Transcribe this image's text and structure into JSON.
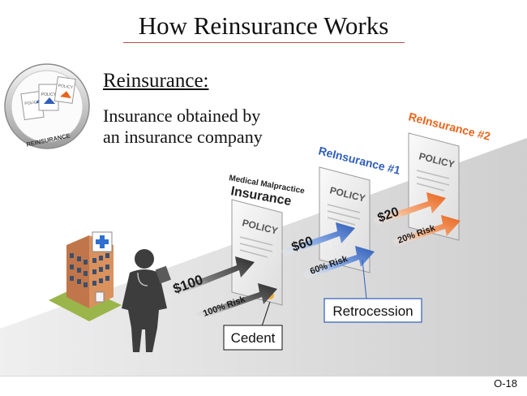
{
  "title": "How Reinsurance Works",
  "definition": {
    "heading": "Reinsurance:",
    "body": "Insurance obtained by an insurance company"
  },
  "badge_label": "REINSURANCE",
  "badge_policy_label": "POLICY",
  "steps": [
    {
      "header_small": "Medical Malpractice",
      "header": "Insurance",
      "policy_label": "POLICY",
      "amount": "$100",
      "risk": "100% Risk"
    },
    {
      "header": "ReInsurance #1",
      "policy_label": "POLICY",
      "amount": "$60",
      "risk": "60% Risk"
    },
    {
      "header": "ReInsurance #2",
      "policy_label": "POLICY",
      "amount": "$20",
      "risk": "20% Risk"
    }
  ],
  "callouts": {
    "cedent": "Cedent",
    "retrocession": "Retrocession"
  },
  "colors": {
    "arrow_dark": "#3a3a3a",
    "arrow_blue": "#2f5db8",
    "arrow_orange": "#e8641c",
    "header_blue": "#2f5db8",
    "header_orange": "#e8641c",
    "title_rule": "#c0504d"
  },
  "icons": [
    "hospital-icon",
    "doctor-icon",
    "reinsurance-badge-icon"
  ],
  "slide_number": "O-18"
}
